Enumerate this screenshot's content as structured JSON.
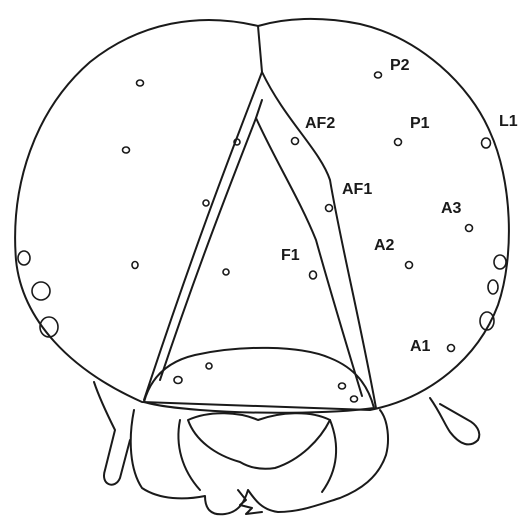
{
  "labels": {
    "P2": "P2",
    "P1": "P1",
    "L1": "L1",
    "AF2": "AF2",
    "AF1": "AF1",
    "A3": "A3",
    "A2": "A2",
    "F1": "F1",
    "A1": "A1"
  }
}
